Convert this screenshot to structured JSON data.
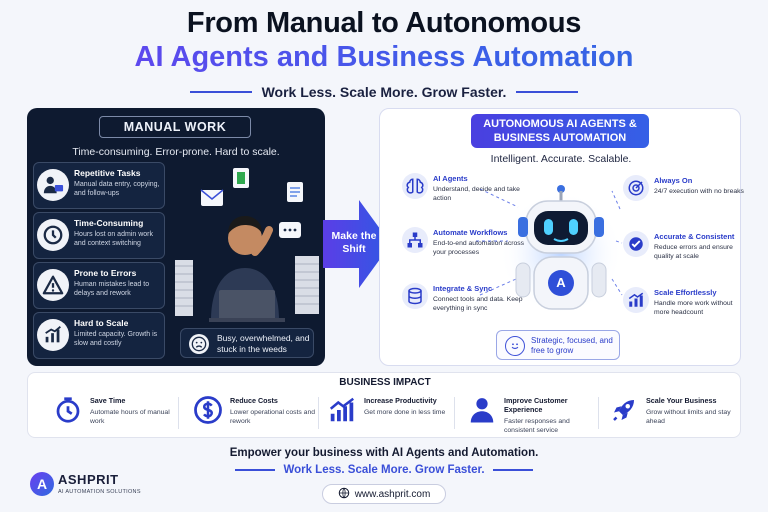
{
  "header": {
    "title_line1": "From Manual to Autonomous",
    "title_line2": "AI Agents and Business Automation",
    "tagline": "Work Less. Scale More. Grow Faster."
  },
  "manual": {
    "heading": "MANUAL WORK",
    "subtitle": "Time-consuming. Error-prone. Hard to scale.",
    "items": [
      {
        "title": "Repetitive Tasks",
        "desc": "Manual data entry, copying, and follow-ups",
        "icon": "person-computer-icon"
      },
      {
        "title": "Time-Consuming",
        "desc": "Hours lost on admin work and context switching",
        "icon": "clock-icon"
      },
      {
        "title": "Prone to Errors",
        "desc": "Human mistakes lead to delays and rework",
        "icon": "warning-icon"
      },
      {
        "title": "Hard to Scale",
        "desc": "Limited capacity. Growth is slow and costly",
        "icon": "bar-chart-icon"
      }
    ],
    "busy_text": "Busy, overwhelmed, and stuck in the weeds"
  },
  "shift": {
    "label": "Make the Shift"
  },
  "auto": {
    "heading": "AUTONOMOUS AI AGENTS & BUSINESS AUTOMATION",
    "subtitle": "Intelligent. Accurate. Scalable.",
    "robot_badge": "A",
    "items": [
      {
        "title": "AI Agents",
        "desc": "Understand, decide and take action",
        "icon": "brain-icon"
      },
      {
        "title": "Automate Workflows",
        "desc": "End-to-end automation across your processes",
        "icon": "workflow-icon"
      },
      {
        "title": "Integrate & Sync",
        "desc": "Connect tools and data. Keep everything in sync",
        "icon": "database-icon"
      },
      {
        "title": "Always On",
        "desc": "24/7 execution with no breaks",
        "icon": "target-icon"
      },
      {
        "title": "Accurate & Consistent",
        "desc": "Reduce errors and ensure quality at scale",
        "icon": "check-icon"
      },
      {
        "title": "Scale Effortlessly",
        "desc": "Handle more work without more headcount",
        "icon": "growth-chart-icon"
      }
    ],
    "strategic_text": "Strategic, focused, and free to grow"
  },
  "impact": {
    "heading": "BUSINESS IMPACT",
    "items": [
      {
        "title": "Save Time",
        "desc": "Automate hours of manual work",
        "icon": "stopwatch-icon"
      },
      {
        "title": "Reduce Costs",
        "desc": "Lower operational costs and rework",
        "icon": "dollar-icon"
      },
      {
        "title": "Increase Productivity",
        "desc": "Get more done in less time",
        "icon": "productivity-chart-icon"
      },
      {
        "title": "Improve Customer Experience",
        "desc": "Faster responses and consistent service",
        "icon": "customer-icon"
      },
      {
        "title": "Scale Your Business",
        "desc": "Grow without limits and stay ahead",
        "icon": "rocket-icon"
      }
    ]
  },
  "footer": {
    "empower": "Empower your business with AI Agents and Automation.",
    "tagline": "Work Less. Scale More. Grow Faster.",
    "url": "www.ashprit.com",
    "logo_name": "ASHPRIT",
    "logo_tagline": "AI AUTOMATION SOLUTIONS",
    "logo_letter": "A"
  },
  "colors": {
    "primary": "#3a4fd8",
    "accent_purple": "#6a3ff0",
    "dark_panel": "#0e1a30"
  }
}
